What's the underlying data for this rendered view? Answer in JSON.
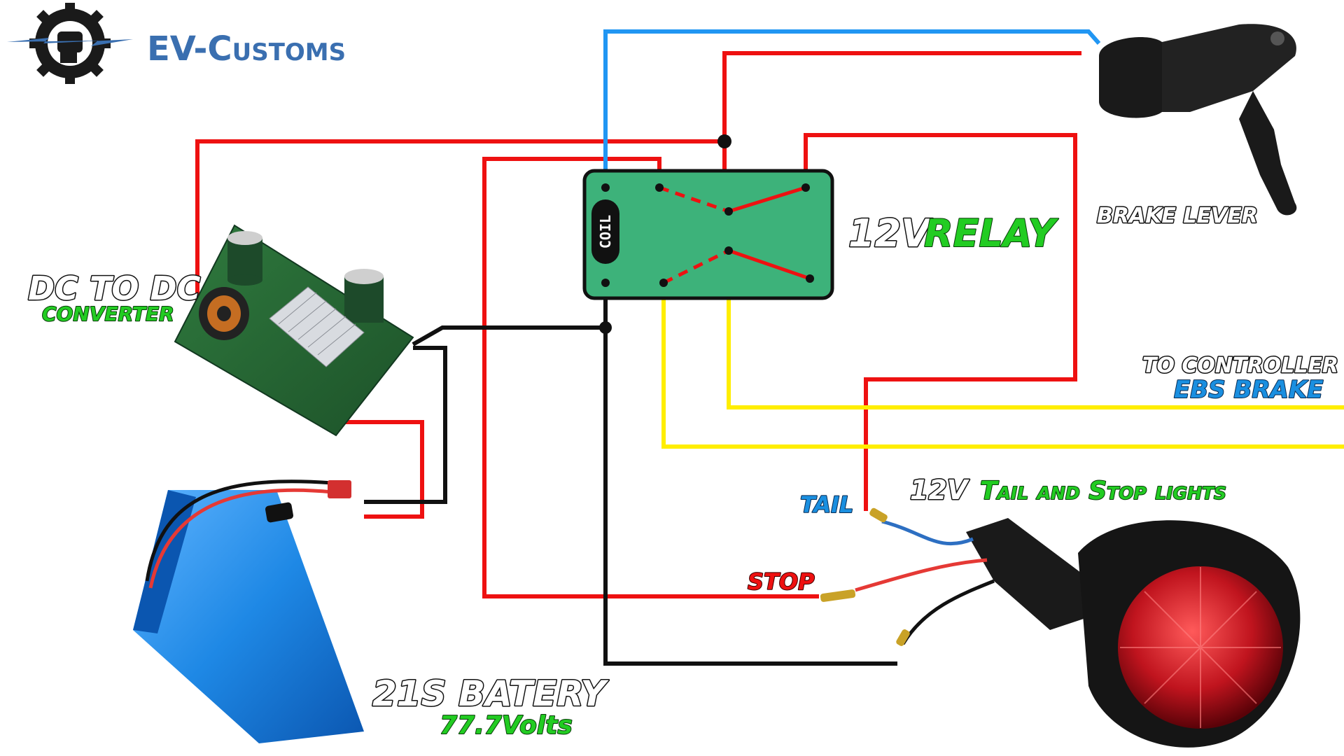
{
  "logo": {
    "brand": "EV-Customs",
    "color": "#3a6fb0"
  },
  "labels": {
    "dc_converter_line1": "DC TO DC",
    "dc_converter_line2": "CONVERTER",
    "relay_prefix": "12V",
    "relay_name": "RELAY",
    "coil": "COIL",
    "brake_lever": "BRAKE LEVER",
    "controller_line1": "TO CONTROLLER",
    "controller_line2": "EBS BRAKE",
    "lights_prefix": "12V",
    "lights_name": "Tail and Stop lights",
    "tail": "TAIL",
    "stop": "STOP",
    "battery_line1": "21S BATERY",
    "battery_line2": "77.7Volts"
  },
  "colors": {
    "wire_red": "#ee1111",
    "wire_black": "#111111",
    "wire_blue": "#2196f3",
    "wire_yellow": "#ffee00",
    "relay_body": "#3db27a",
    "battery": "#1e88e5",
    "lamp_lens": "#c0141e"
  }
}
